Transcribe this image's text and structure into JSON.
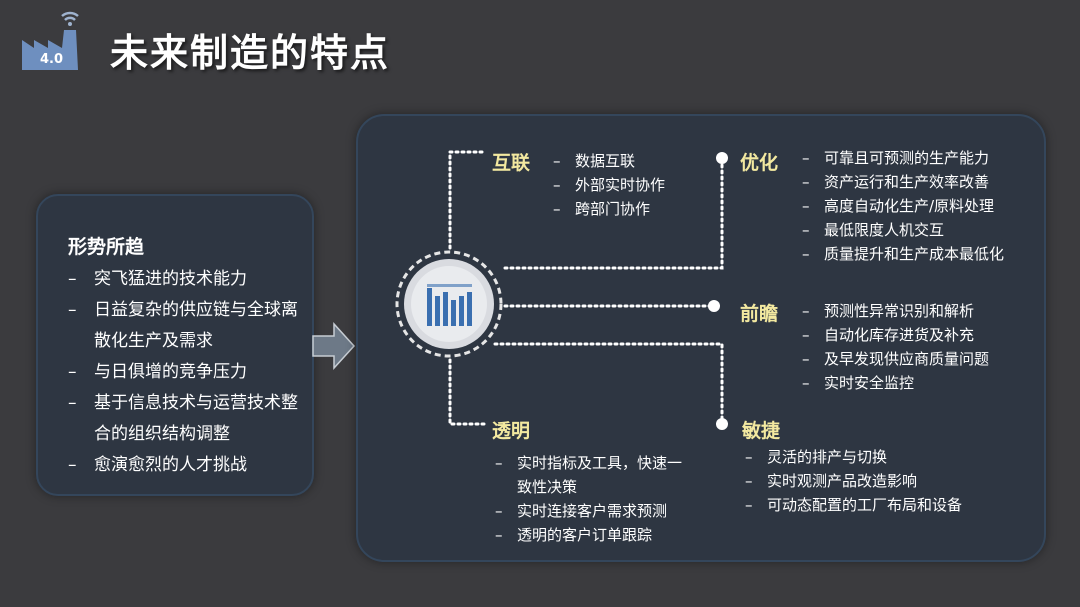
{
  "header": {
    "logo_label": "4.0",
    "title": "未来制造的特点"
  },
  "left_panel": {
    "title": "形势所趋",
    "items": [
      "突飞猛进的技术能力",
      "日益复杂的供应链与全球离散化生产及需求",
      "与日俱增的竞争压力",
      "基于信息技术与运营技术整合的组织结构调整",
      "愈演愈烈的人才挑战"
    ]
  },
  "sections": {
    "hulian": {
      "title": "互联",
      "items": [
        "数据互联",
        "外部实时协作",
        "跨部门协作"
      ]
    },
    "youhua": {
      "title": "优化",
      "items": [
        "可靠且可预测的生产能力",
        "资产运行和生产效率改善",
        "高度自动化生产/原料处理",
        "最低限度人机交互",
        "质量提升和生产成本最低化"
      ]
    },
    "qianzhan": {
      "title": "前瞻",
      "items": [
        "预测性异常识别和解析",
        "自动化库存进货及补充",
        "及早发现供应商质量问题",
        "实时安全监控"
      ]
    },
    "touming": {
      "title": "透明",
      "items": [
        "实时指标及工具，快速一致性决策",
        "实时连接客户需求预测",
        "透明的客户订单跟踪"
      ]
    },
    "minjie": {
      "title": "敏捷",
      "items": [
        "灵活的排产与切换",
        "实时观测产品改造影响",
        "可动态配置的工厂布局和设备"
      ]
    }
  },
  "colors": {
    "background": "#3b3b3e",
    "card": "#2e3642",
    "card_border": "#34465b",
    "section_title": "#f3e9a0",
    "accent_blue": "#3a6fb0",
    "logo_blue": "#6e8fbf"
  },
  "icons": {
    "logo": "factory-wifi-icon",
    "arrow": "arrow-right-icon",
    "hub": "factory-hub-icon"
  }
}
